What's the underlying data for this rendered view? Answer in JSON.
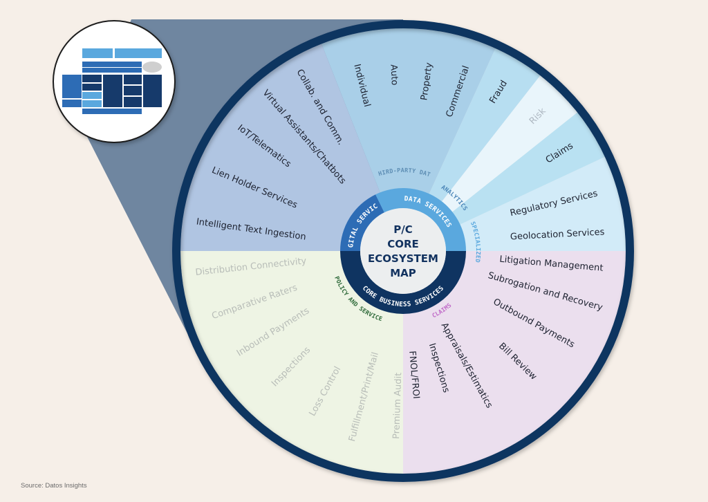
{
  "title_lines": [
    "P/C",
    "CORE",
    "ECOSYSTEM",
    "MAP"
  ],
  "source": "Source:  Datos Insights",
  "icon": "core-system-architecture-icon",
  "colors": {
    "background": "#f6efe8",
    "rim": "#0f3461",
    "shadow": "#6f86a0",
    "digital": "#b0c5e2",
    "third_party": "#a9cfe8",
    "fraud": "#b7def1",
    "risk": "#e9f5fb",
    "claims_analytics": "#b9e1f2",
    "specialized": "#d2ebf8",
    "policy": "#eef4e4",
    "claims": "#ebdfee",
    "hub_digital": "#2d6cb5",
    "hub_data": "#5aa8de",
    "hub_core": "#0f3461",
    "center_disc": "#eceeef"
  },
  "hub": {
    "digital_services": "DIGITAL SERVICES",
    "data_services": "DATA SERVICES",
    "core_business_services": "CORE BUSINESS SERVICES"
  },
  "categories": {
    "third_party_data": "THIRD-PARTY DATA",
    "analytics": "ANALYTICS",
    "specialized": "SPECIALIZED",
    "policy_and_service": "POLICY AND SERVICE",
    "claims": "CLAIMS"
  },
  "segments": {
    "digital": [
      "Collab. and Comm.",
      "Virtual Assistants/Chatbots",
      "IoT/Telematics",
      "Lien Holder Services",
      "Intelligent Text Ingestion"
    ],
    "third_party_data": [
      "Individual",
      "Auto",
      "Property",
      "Commercial"
    ],
    "analytics": [
      "Fraud",
      "Risk",
      "Claims"
    ],
    "specialized": [
      "Regulatory Services",
      "Geolocation Services"
    ],
    "policy_and_service": [
      "Distribution Connectivity",
      "Comparative Raters",
      "Inbound Payments",
      "Inspections",
      "Loss Control",
      "Fulfillment/Print/Mail",
      "Premium Audit"
    ],
    "claims": [
      "Litigation Management",
      "Subrogation and Recovery",
      "Outbound Payments",
      "Bill Review",
      "Appraisals/Estimatics",
      "Inspections",
      "FNOL/FROI"
    ]
  }
}
